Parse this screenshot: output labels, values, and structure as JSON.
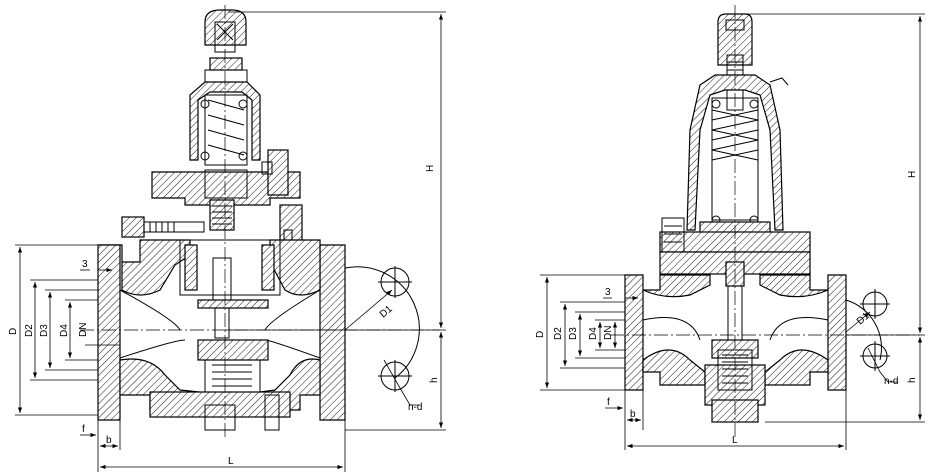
{
  "left_view": {
    "labels": {
      "H": "H",
      "h": "h",
      "L": "L",
      "D": "D",
      "D2": "D2",
      "D3": "D3",
      "D4": "D4",
      "DN": "DN",
      "D1": "D1",
      "n_d": "n-d",
      "f": "f",
      "b": "b",
      "three": "3"
    }
  },
  "right_view": {
    "labels": {
      "H": "H",
      "h": "h",
      "L": "L",
      "D": "D",
      "D2": "D2",
      "D3": "D3",
      "D4": "D4",
      "DN": "DN",
      "D1": "D1",
      "n_d": "n-d",
      "f": "f",
      "b": "b",
      "three": "3"
    }
  }
}
